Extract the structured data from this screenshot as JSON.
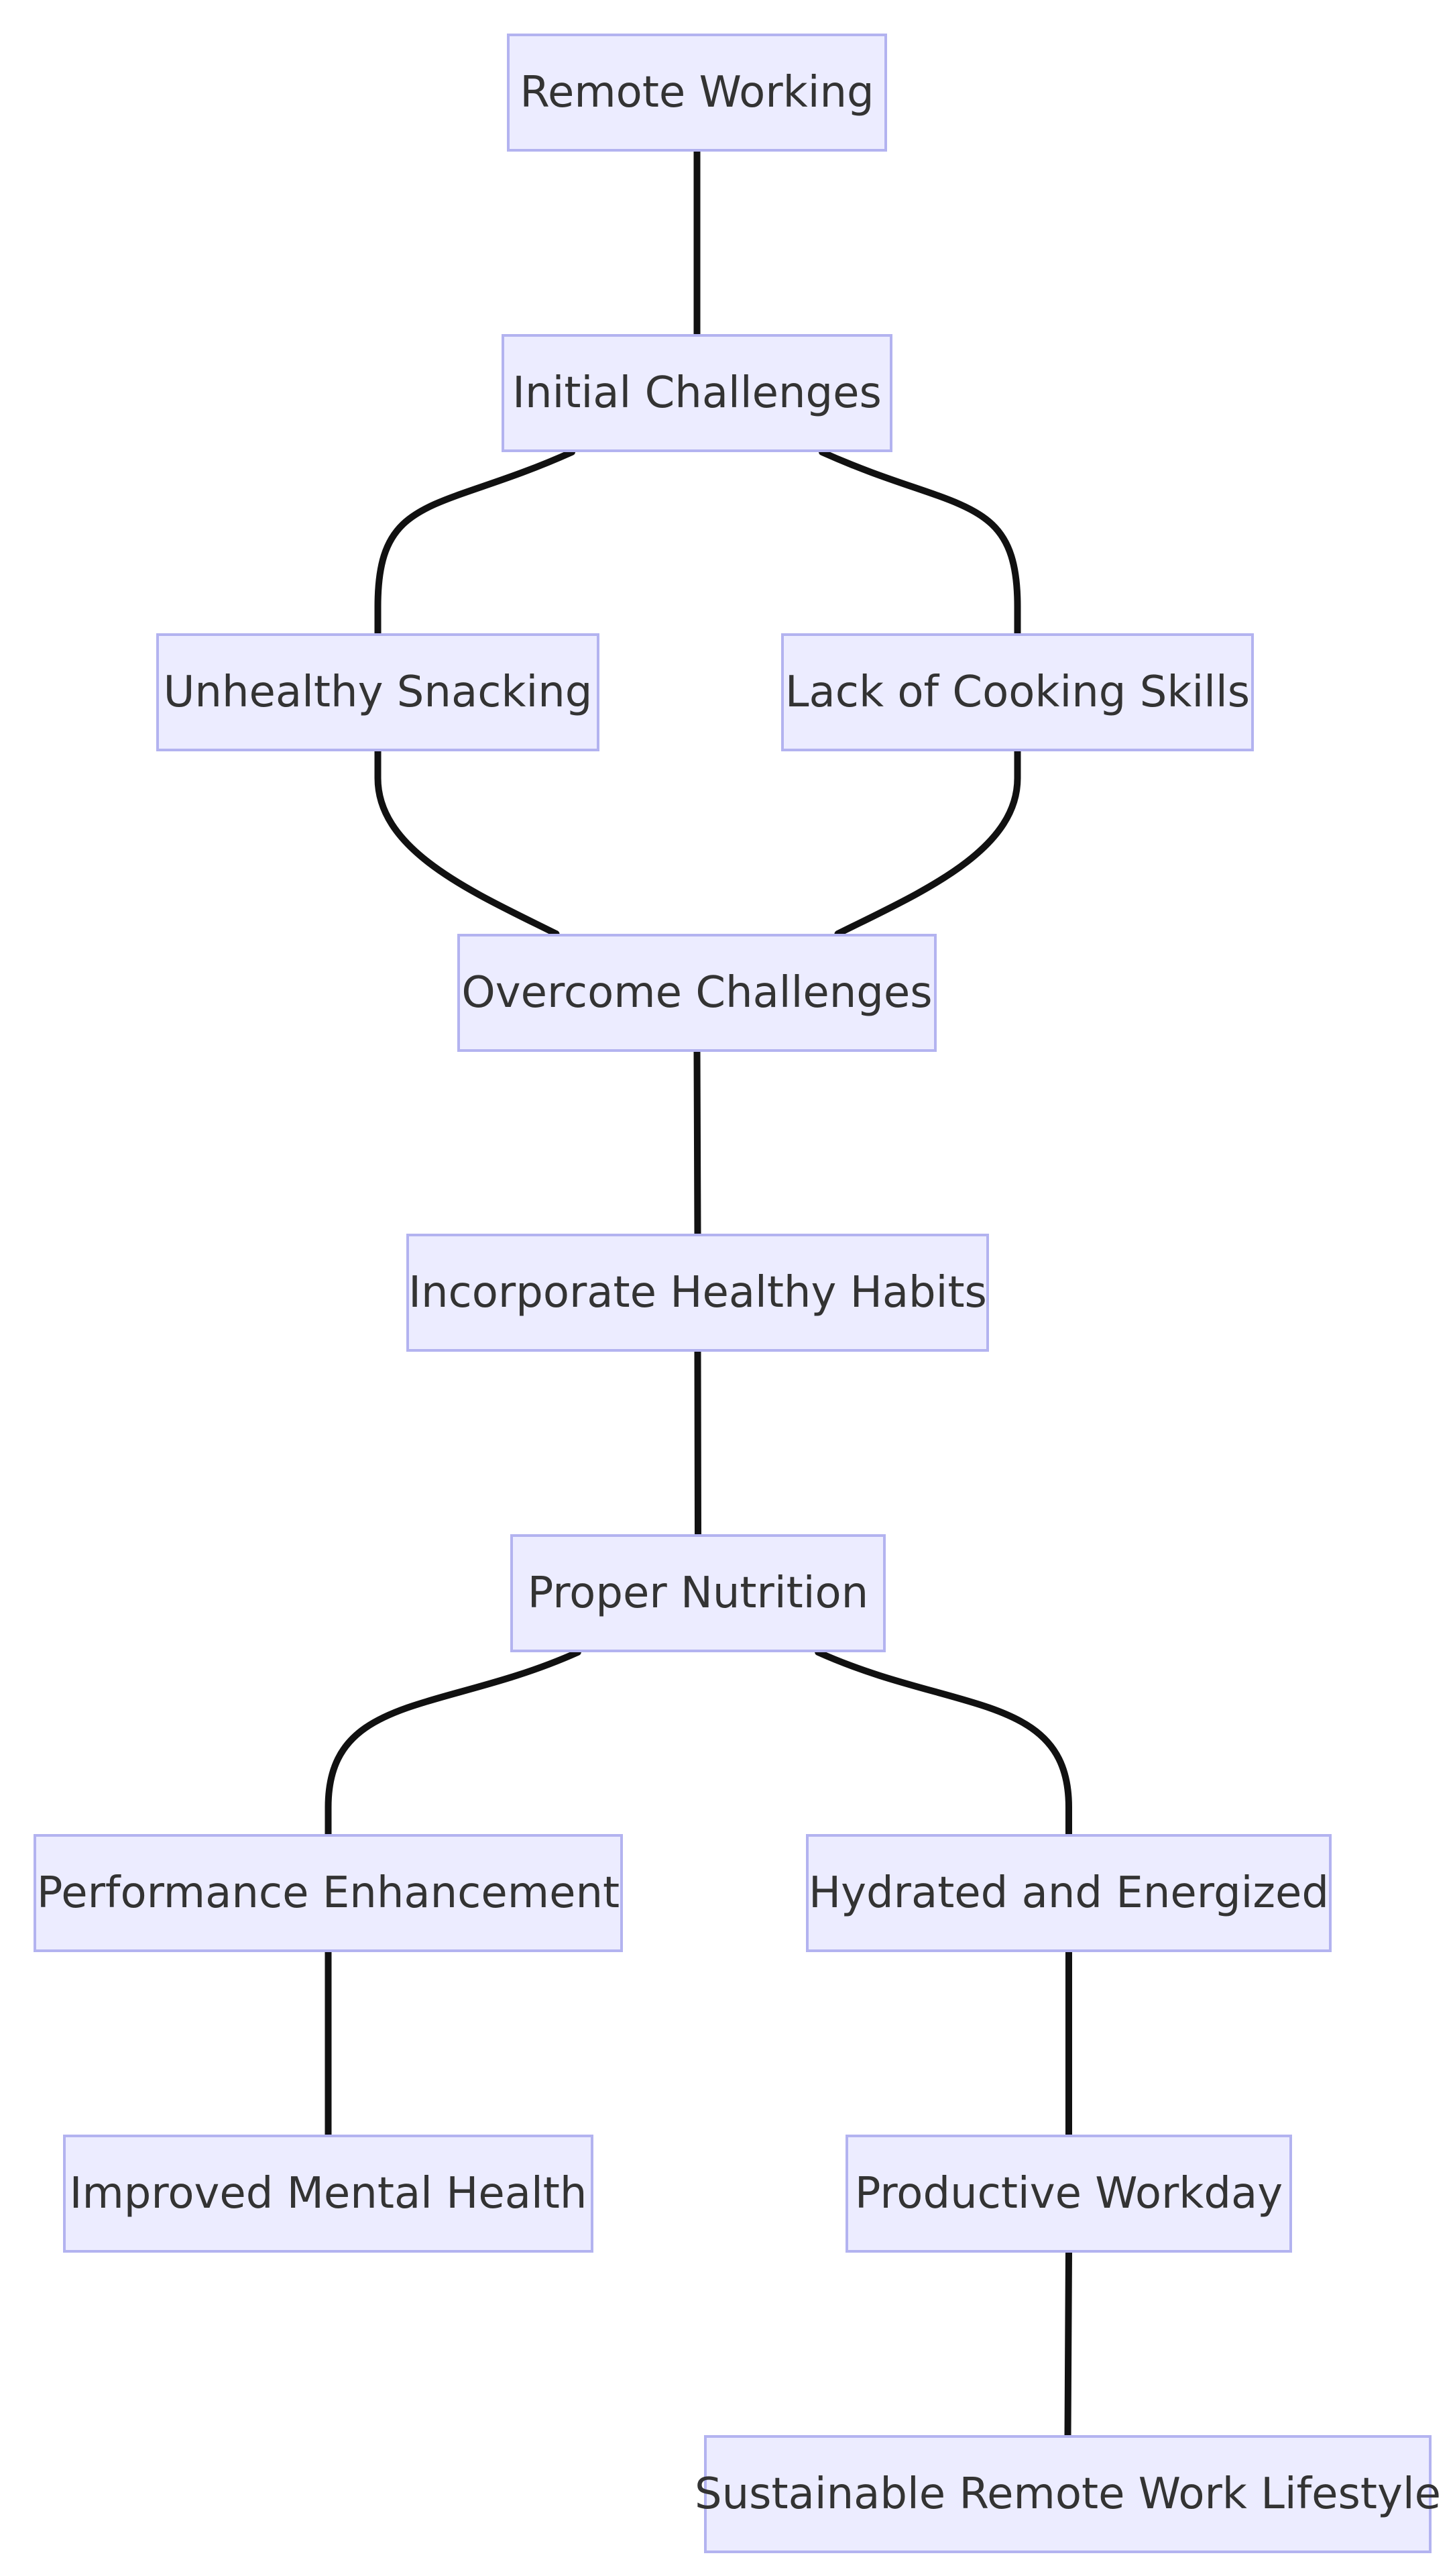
{
  "flowchart": {
    "nodes": {
      "remote_working": "Remote Working",
      "initial_challenges": "Initial Challenges",
      "unhealthy_snacking": "Unhealthy Snacking",
      "lack_of_cooking_skills": "Lack of Cooking Skills",
      "overcome_challenges": "Overcome Challenges",
      "incorporate_healthy_habits": "Incorporate Healthy Habits",
      "proper_nutrition": "Proper Nutrition",
      "performance_enhancement": "Performance Enhancement",
      "hydrated_and_energized": "Hydrated and Energized",
      "improved_mental_health": "Improved Mental Health",
      "productive_workday": "Productive Workday",
      "sustainable_remote_work_lifestyle": "Sustainable Remote Work Lifestyle"
    },
    "edges": [
      {
        "from": "remote_working",
        "to": "initial_challenges"
      },
      {
        "from": "initial_challenges",
        "to": "unhealthy_snacking"
      },
      {
        "from": "initial_challenges",
        "to": "lack_of_cooking_skills"
      },
      {
        "from": "unhealthy_snacking",
        "to": "overcome_challenges"
      },
      {
        "from": "lack_of_cooking_skills",
        "to": "overcome_challenges"
      },
      {
        "from": "overcome_challenges",
        "to": "incorporate_healthy_habits"
      },
      {
        "from": "incorporate_healthy_habits",
        "to": "proper_nutrition"
      },
      {
        "from": "proper_nutrition",
        "to": "performance_enhancement"
      },
      {
        "from": "proper_nutrition",
        "to": "hydrated_and_energized"
      },
      {
        "from": "performance_enhancement",
        "to": "improved_mental_health"
      },
      {
        "from": "hydrated_and_energized",
        "to": "productive_workday"
      },
      {
        "from": "productive_workday",
        "to": "sustainable_remote_work_lifestyle"
      }
    ],
    "colors": {
      "node_fill": "#ececff",
      "node_border": "#b3b3f0",
      "node_text": "#333333",
      "edge": "#111111"
    }
  }
}
